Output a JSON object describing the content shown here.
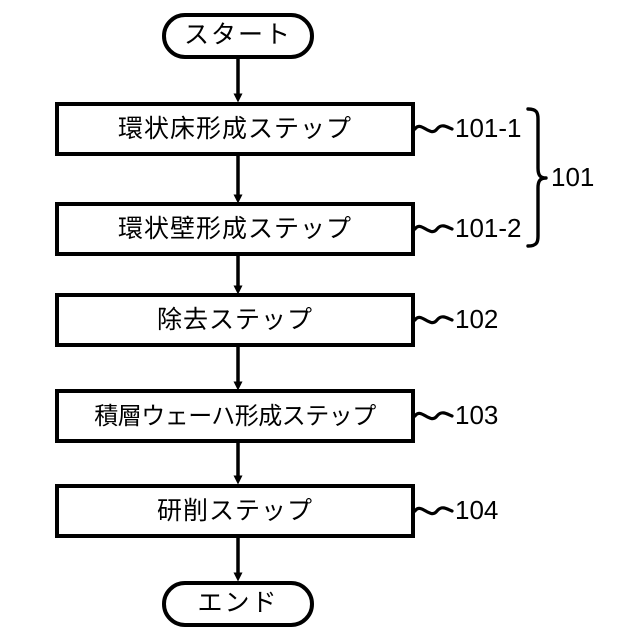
{
  "figure": {
    "type": "flowchart",
    "orientation": "vertical",
    "background_color": "#ffffff",
    "stroke_color": "#000000"
  },
  "nodes": {
    "start": {
      "label": "スタート",
      "shape": "stadium"
    },
    "end": {
      "label": "エンド",
      "shape": "stadium"
    },
    "steps": [
      {
        "label": "環状床形成ステップ",
        "ref": "101-1",
        "shape": "rectangle"
      },
      {
        "label": "環状壁形成ステップ",
        "ref": "101-2",
        "shape": "rectangle"
      },
      {
        "label": "除去ステップ",
        "ref": "102",
        "shape": "rectangle"
      },
      {
        "label": "積層ウェーハ形成ステップ",
        "ref": "103",
        "shape": "rectangle"
      },
      {
        "label": "研削ステップ",
        "ref": "104",
        "shape": "rectangle"
      }
    ]
  },
  "group_brace": {
    "label": "101",
    "covers": [
      "101-1",
      "101-2"
    ]
  }
}
